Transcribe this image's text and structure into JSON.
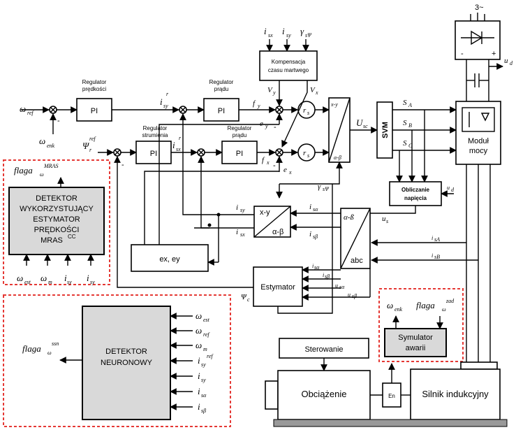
{
  "title": "",
  "blocks": {
    "pi": "PI",
    "reg_speed": [
      "Regulator",
      "prędkości"
    ],
    "reg_current1": [
      "Regulator",
      "prądu"
    ],
    "reg_flux": [
      "Regulator",
      "strumienia"
    ],
    "reg_current2": [
      "Regulator",
      "prądu"
    ],
    "comp": [
      "Kompensacja",
      "czasu martwego"
    ],
    "svm": "SVM",
    "module": [
      "Moduł",
      "mocy"
    ],
    "calc_voltage": [
      "Obliczanie",
      "napięcia"
    ],
    "xy": "x-y",
    "ab": "α-ß",
    "abc": "abc",
    "xy_small": "x-y",
    "ab_small": "α-β",
    "exey": "ex, ey",
    "estimator": "Estymator",
    "detector_mras": [
      "DETEKTOR",
      "WYKORZYSTUJĄCY",
      "ESTYMATOR",
      "PRĘDKOŚCI",
      "MRAS"
    ],
    "mras_cc": "CC",
    "detector_neural": [
      "DETEKTOR",
      "NEURONOWY"
    ],
    "fault_sim": [
      "Symulator",
      "awarii"
    ],
    "control": "Sterowanie",
    "load": "Obciążenie",
    "encoder": "En",
    "motor": "Silnik indukcyjny",
    "three_phase": "3~"
  },
  "signals": {
    "omega": "ω",
    "ref": "ref",
    "enk": "enk",
    "est": "est",
    "m": "m",
    "psi": "Ψ",
    "r": "r",
    "i": "i",
    "sy": "sy",
    "sx": "sx",
    "s_alpha": "sα",
    "s_beta": "sβ",
    "sA": "sA",
    "sB": "sB",
    "u": "u",
    "s_a": "sα",
    "s_b": "sβ",
    "s": "s",
    "sc": "sc",
    "U": "U",
    "f_y": "f",
    "y": "y",
    "x": "x",
    "f_x": "f",
    "e_y": "e",
    "e_x": "e",
    "V_y": "V",
    "V_x": "V",
    "gamma": "γ",
    "gamma_sub": "sΨ",
    "S_A": "S",
    "S_B": "S",
    "S_C": "S",
    "A": "A",
    "B": "B",
    "C": "C",
    "ud": "u",
    "d": "d",
    "flaga": "flaga",
    "MRAS": "MRAS",
    "ssn": "ssn",
    "zad": "zad",
    "Psi_c": "Ψ",
    "c": "c",
    "minus": "-"
  }
}
